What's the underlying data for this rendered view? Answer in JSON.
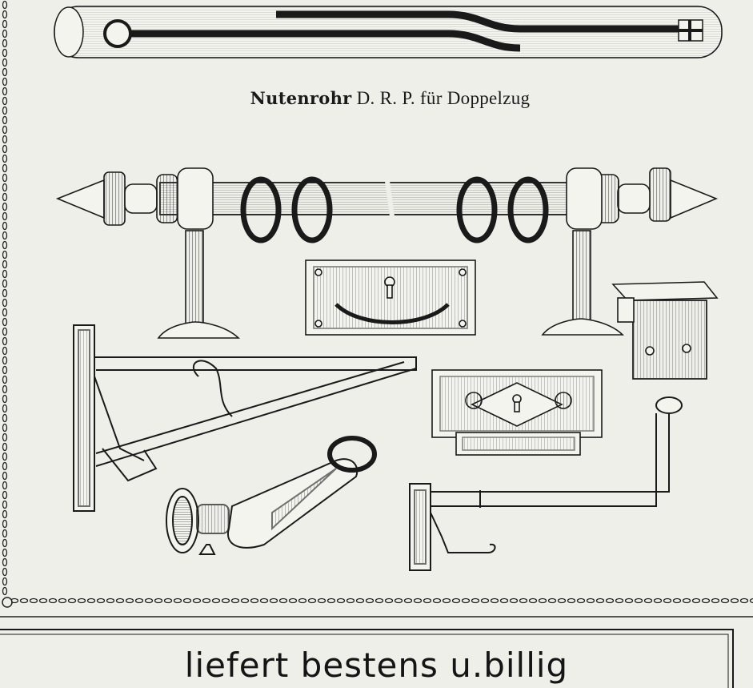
{
  "catalog": {
    "caption": {
      "bold": "Nutenrohr",
      "rest": " D. R. P. für Doppelzug"
    },
    "banner": {
      "text": "liefert bestens u.billig"
    },
    "items": [
      {
        "id": "grooved-tube",
        "icon": "grooved-rod-drawing"
      },
      {
        "id": "curtain-rod",
        "icon": "finial-curtain-rod-drawing"
      },
      {
        "id": "keyhole-plate",
        "icon": "keyhole-escutcheon-drawing"
      },
      {
        "id": "lock-box",
        "icon": "rim-lock-drawing"
      },
      {
        "id": "shelf-bracket",
        "icon": "triangular-bracket-drawing"
      },
      {
        "id": "ornate-escutcheon",
        "icon": "ornate-escutcheon-drawing"
      },
      {
        "id": "curtain-holder",
        "icon": "curtain-holdback-drawing"
      },
      {
        "id": "swing-arm",
        "icon": "swing-arm-bracket-drawing"
      }
    ]
  }
}
